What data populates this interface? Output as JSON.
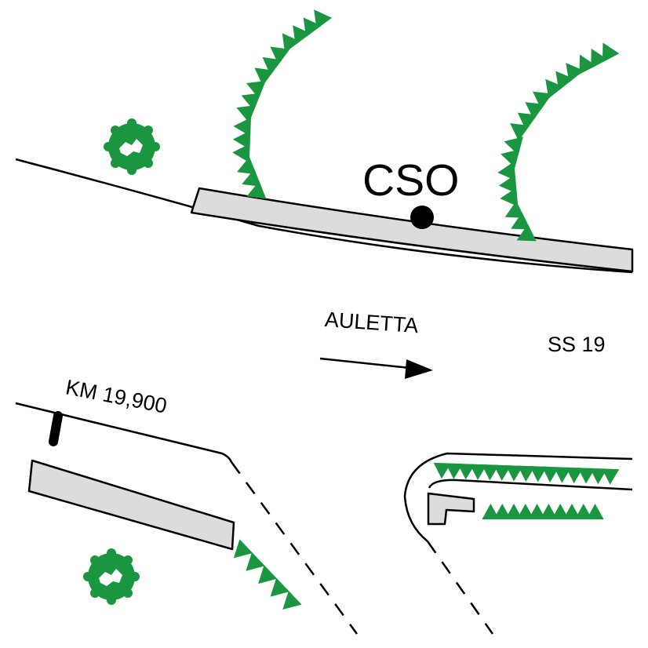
{
  "labels": {
    "site": "CSO",
    "direction": "AULETTA",
    "road": "SS 19",
    "kilometre_marker": "KM 19,900"
  },
  "colors": {
    "background": "#ffffff",
    "line": "#000000",
    "wall_fill": "#dcdcdc",
    "vegetation": "#1a9641"
  },
  "symbols": [
    "tree",
    "embankment-triangles",
    "wall",
    "station-dot",
    "kilometre-post",
    "direction-arrow"
  ]
}
